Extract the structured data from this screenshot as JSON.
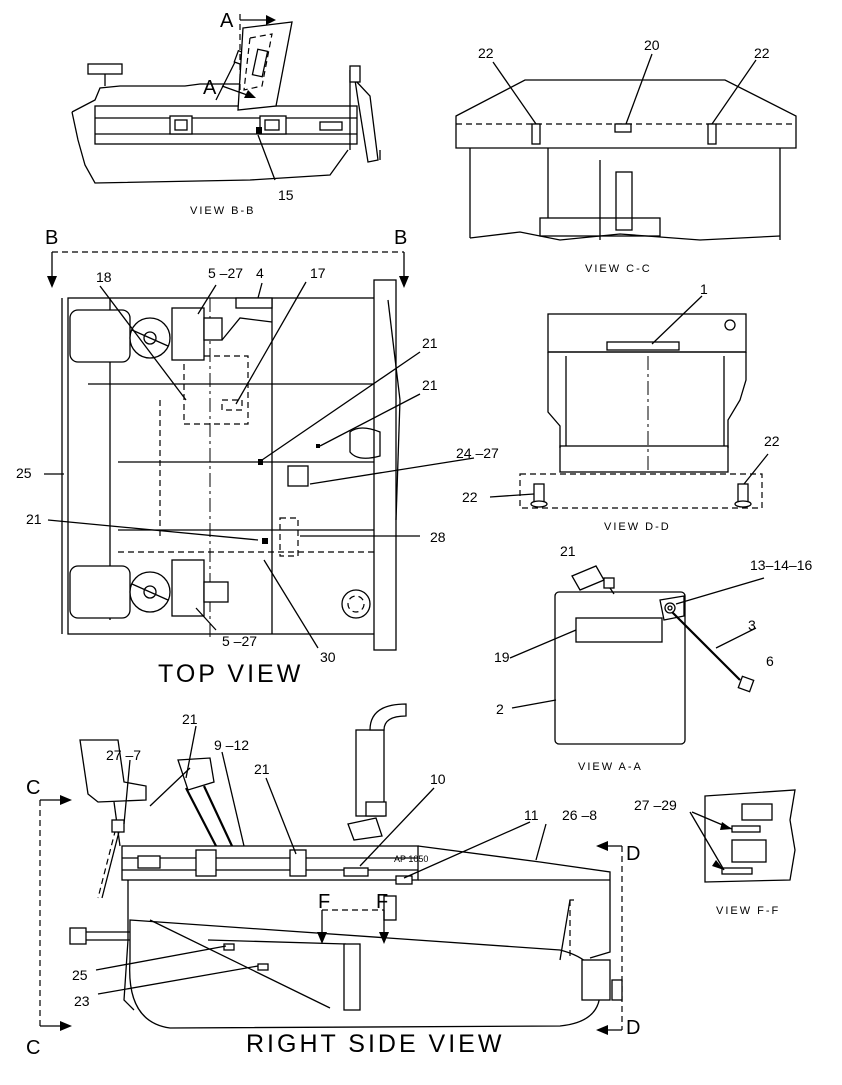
{
  "views": {
    "view_bb": "VIEW B-B",
    "view_cc": "VIEW C-C",
    "view_dd": "VIEW D-D",
    "view_aa": "VIEW A-A",
    "view_ff": "VIEW F-F",
    "top_view": "TOP VIEW",
    "right_side_view": "RIGHT SIDE VIEW"
  },
  "section_letters": {
    "a": "A",
    "b": "B",
    "c": "C",
    "d": "D",
    "f": "F"
  },
  "callouts": {
    "c1": "1",
    "c2": "2",
    "c3": "3",
    "c4": "4",
    "c5_27": "5 –27",
    "c6": "6",
    "c9_12": "9 –12",
    "c10": "10",
    "c11": "11",
    "c13_14_16": "13–14–16",
    "c15": "15",
    "c17": "17",
    "c18": "18",
    "c19": "19",
    "c20": "20",
    "c21": "21",
    "c22": "22",
    "c23": "23",
    "c24_27": "24 –27",
    "c25": "25",
    "c26_8": "26 –8",
    "c27_7": "27 –7",
    "c27_29": "27 –29",
    "c28": "28",
    "c30": "30"
  },
  "decal_text": "AP 1050"
}
